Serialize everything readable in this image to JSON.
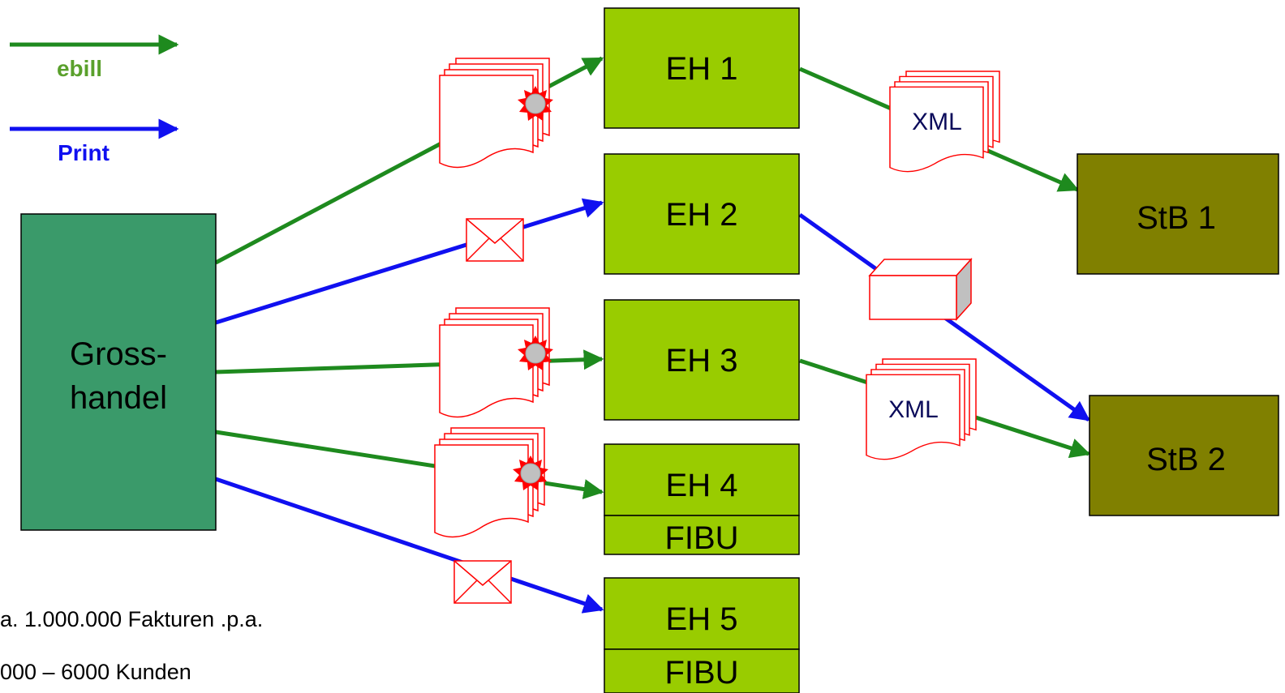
{
  "legend": {
    "ebill_label": "ebill",
    "print_label": "Print"
  },
  "nodes": {
    "grosshandel": {
      "line1": "Gross-",
      "line2": "handel"
    },
    "eh1": {
      "label": "EH 1"
    },
    "eh2": {
      "label": "EH 2"
    },
    "eh3": {
      "label": "EH 3"
    },
    "eh4": {
      "label": "EH 4",
      "sub": "FIBU"
    },
    "eh5": {
      "label": "EH 5",
      "sub": "FIBU"
    },
    "stb1": {
      "label": "StB 1"
    },
    "stb2": {
      "label": "StB 2"
    }
  },
  "documents": {
    "xml1": "XML",
    "xml2": "XML"
  },
  "stats": {
    "invoices": "a. 1.000.000 Fakturen .p.a.",
    "customers": "000 – 6000 Kunden"
  },
  "colors": {
    "ebill": "#1e8a1e",
    "print": "#1010f0",
    "ebill_text": "#5aa02c",
    "grosshandel_fill": "#3a9a6a",
    "eh_fill": "#99cc00",
    "stb_fill": "#808000",
    "doc_stroke": "#ff0000",
    "seal_fill": "#c0c0c0"
  }
}
